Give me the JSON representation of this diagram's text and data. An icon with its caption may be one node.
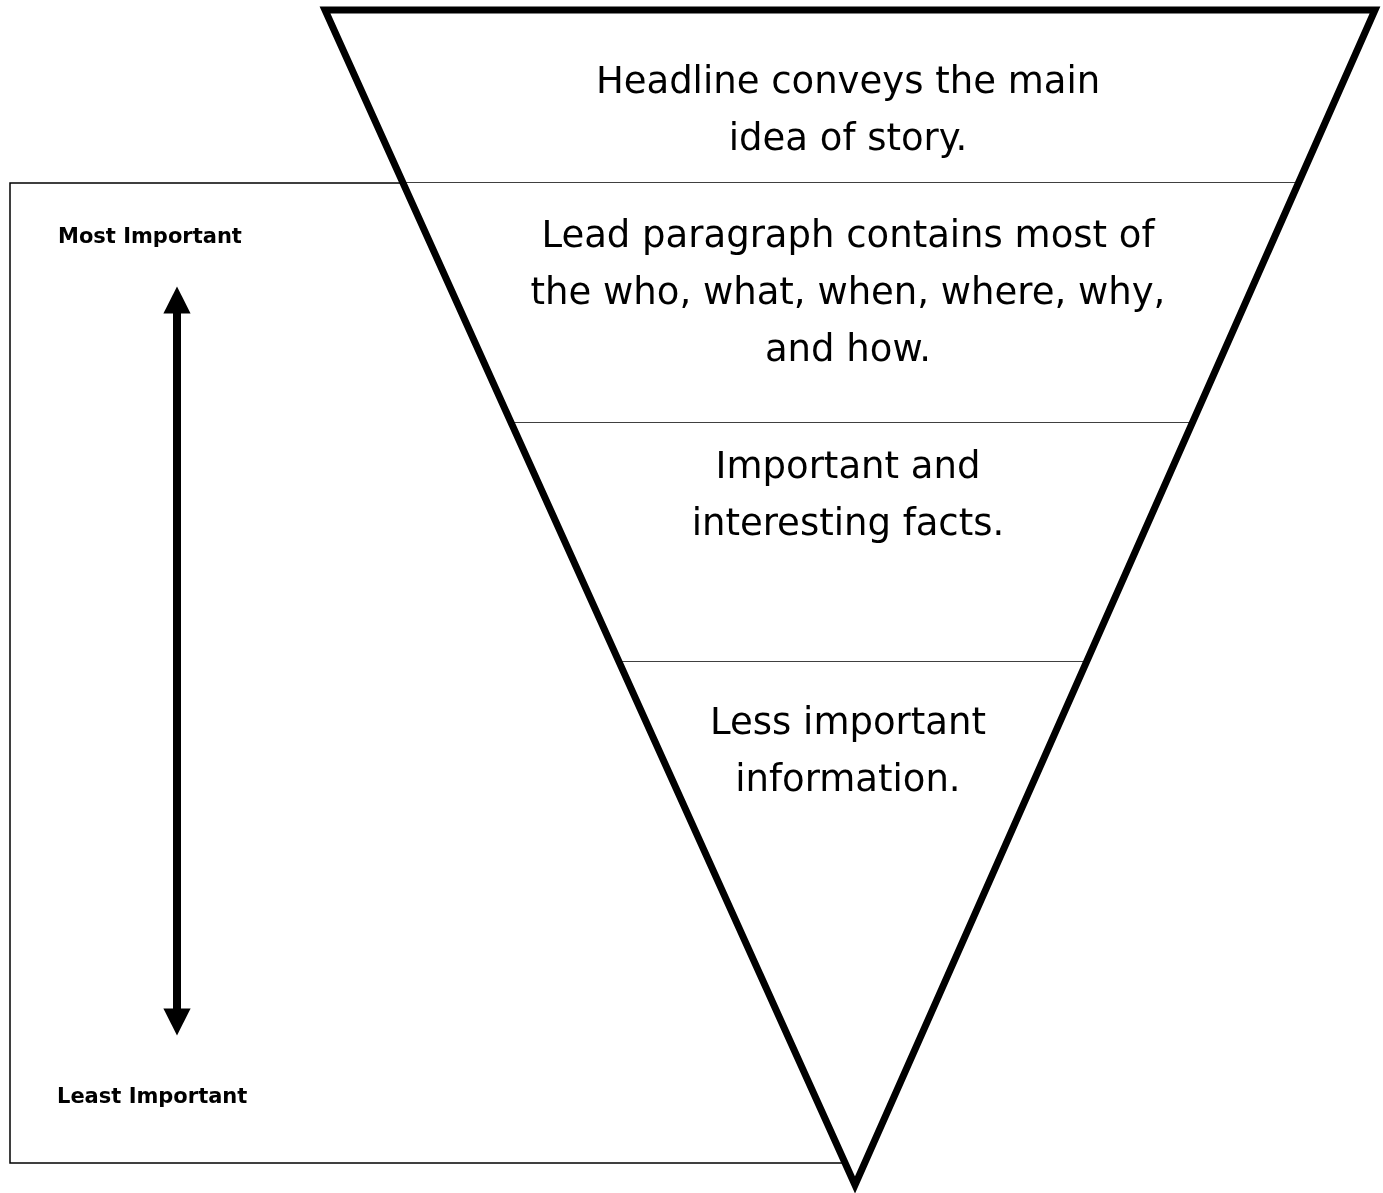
{
  "diagram": {
    "nodes": [
      {
        "text": [
          "Headline conveys the main idea of story."
        ]
      },
      {
        "text": [
          "Lead paragraph contains most of the who, what, when, where, why, and how."
        ]
      },
      {
        "text": [
          "Important and interesting facts."
        ]
      },
      {
        "text": [
          "Less important information."
        ]
      }
    ],
    "labels": [
      "Most Important",
      "Least Important"
    ]
  }
}
